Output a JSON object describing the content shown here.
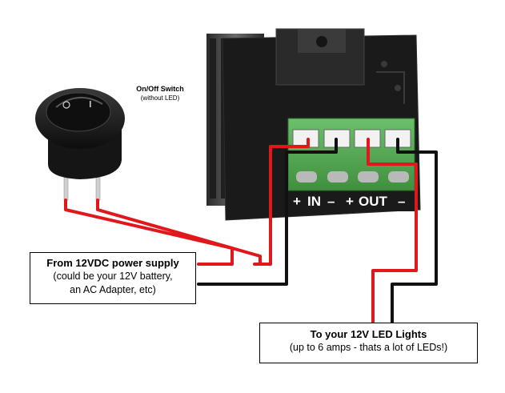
{
  "switch_label": {
    "title": "On/Off Switch",
    "subtitle": "(without LED)"
  },
  "terminal_labels": {
    "in_plus": "+",
    "in": "IN",
    "in_minus": "–",
    "out_plus": "+",
    "out": "OUT",
    "out_minus": "–"
  },
  "supply_callout": {
    "title": "From 12VDC power supply",
    "line1": "(could be your 12V battery,",
    "line2": "an AC Adapter, etc)"
  },
  "lights_callout": {
    "title": "To your 12V LED Lights",
    "line1": "(up to 6 amps - thats a lot of LEDs!)"
  },
  "colors": {
    "positive_wire": "#e0181b",
    "negative_wire": "#111111",
    "terminal_block": "#4fa64f",
    "board": "#1a1a1a",
    "heatsink": "#3a3a3a",
    "switch_body": "#1c1c1c"
  }
}
